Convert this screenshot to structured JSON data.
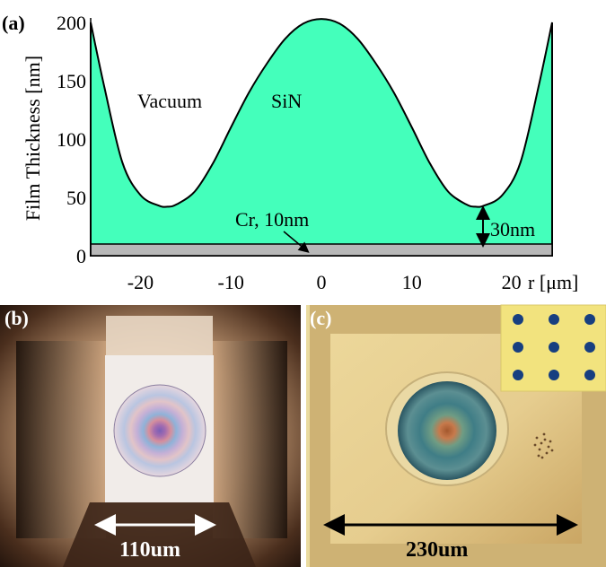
{
  "panel_a": {
    "label": "(a)",
    "ylabel": "Film Thickness [nm]",
    "xlabel": "r [μm]",
    "yticks": [
      "0",
      "50",
      "100",
      "150",
      "200"
    ],
    "xticks": [
      "-20",
      "-10",
      "0",
      "10",
      "20"
    ],
    "text_vacuum": "Vacuum",
    "text_sin": "SiN",
    "text_cr": "Cr, 10nm",
    "text_gap": "30nm",
    "colors": {
      "sin_fill": "#44ffbb",
      "cr_fill": "#b8b8b8",
      "outline": "#000000"
    }
  },
  "chart_data": {
    "type": "area",
    "title": "",
    "xlabel": "r [μm]",
    "ylabel": "Film Thickness [nm]",
    "xlim": [
      -25.5,
      25.5
    ],
    "ylim": [
      0,
      200
    ],
    "series": [
      {
        "name": "SiN",
        "x": [
          -25.5,
          -24,
          -22,
          -20,
          -18,
          -17,
          -16,
          -14,
          -12,
          -10,
          -8,
          -6,
          -4,
          -2,
          0,
          2,
          4,
          6,
          8,
          10,
          12,
          14,
          16,
          17,
          18,
          20,
          22,
          24,
          25.5
        ],
        "y": [
          200,
          145,
          80,
          52,
          43,
          42,
          44,
          55,
          79,
          110,
          140,
          165,
          186,
          199,
          203,
          199,
          186,
          165,
          140,
          110,
          79,
          55,
          44,
          42,
          43,
          52,
          80,
          145,
          200
        ]
      }
    ],
    "layers": [
      {
        "name": "Cr",
        "thickness_nm": 10
      }
    ]
  },
  "panel_b": {
    "label": "(b)",
    "scale_text": "110um"
  },
  "panel_c": {
    "label": "(c)",
    "scale_text": "230um"
  }
}
